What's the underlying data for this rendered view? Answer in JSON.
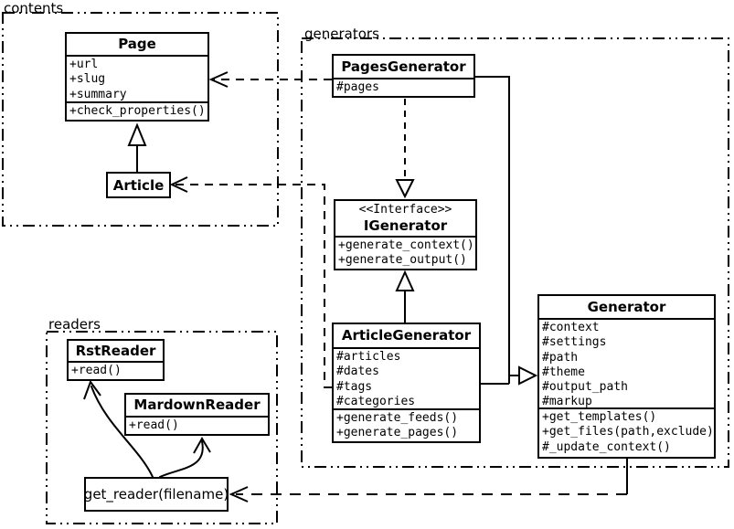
{
  "packages": {
    "contents": {
      "label": "contents"
    },
    "generators": {
      "label": "generators"
    },
    "readers": {
      "label": "readers"
    }
  },
  "classes": {
    "page": {
      "title": "Page",
      "attributes": [
        "+url",
        "+slug",
        "+summary"
      ],
      "methods": [
        "+check_properties()"
      ]
    },
    "article": {
      "title": "Article"
    },
    "pages_generator": {
      "title": "PagesGenerator",
      "attributes": [
        "#pages"
      ]
    },
    "igenerator": {
      "stereotype": "<<Interface>>",
      "title": "IGenerator",
      "methods": [
        "+generate_context()",
        "+generate_output()"
      ]
    },
    "article_generator": {
      "title": "ArticleGenerator",
      "attributes": [
        "#articles",
        "#dates",
        "#tags",
        "#categories"
      ],
      "methods": [
        "+generate_feeds()",
        "+generate_pages()"
      ]
    },
    "generator": {
      "title": "Generator",
      "attributes": [
        "#context",
        "#settings",
        "#path",
        "#theme",
        "#output_path",
        "#markup"
      ],
      "methods": [
        "+get_templates()",
        "+get_files(path,exclude)",
        "#_update_context()"
      ]
    },
    "rst_reader": {
      "title": "RstReader",
      "methods": [
        "+read()"
      ]
    },
    "mardown_reader": {
      "title": "MardownReader",
      "methods": [
        "+read()"
      ]
    },
    "get_reader": {
      "title": "get_reader(filename)"
    }
  },
  "colors": {
    "line": "#000000",
    "background": "#ffffff",
    "box_fill": "#ffffff"
  }
}
